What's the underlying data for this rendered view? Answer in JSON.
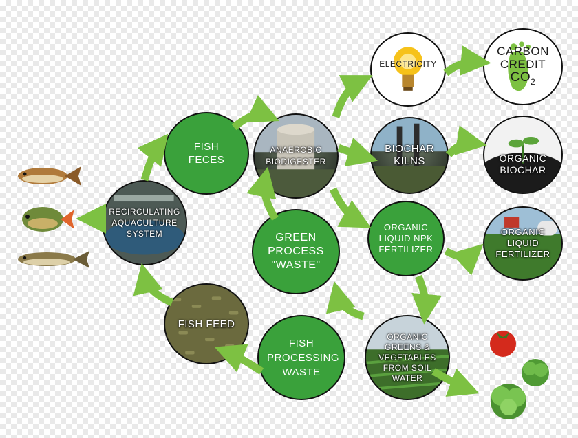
{
  "nodes": {
    "fish_feces": "Fish Feces",
    "anaerobic_biodigester": "Anaerobic Biodigester",
    "electricity": "Electricity",
    "carbon_credit": "Carbon Credit",
    "carbon_credit_formula": "CO",
    "carbon_credit_subscript": "2",
    "biochar_kilns": "Biochar Kilns",
    "organic_biochar": "Organic Biochar",
    "recirculating_aquaculture": "Recirculating Aquaculture System",
    "green_process_waste": "Green Process \"Waste\"",
    "organic_liquid_npk": "Organic Liquid NPK Fertilizer",
    "organic_liquid_fertilizer": "Organic Liquid Fertilizer",
    "fish_feed": "Fish Feed",
    "fish_processing_waste": "Fish Processing Waste",
    "organic_greens": "Organic Greens & Vegetables From Soil Water"
  },
  "colors": {
    "node_green": "#3aa13b",
    "arrow_green": "#7dc142",
    "outline": "#111111"
  },
  "icons": [
    "fish-icon",
    "tomato-icon",
    "lettuce-icon",
    "light-bulb-icon",
    "footprint-icon"
  ]
}
